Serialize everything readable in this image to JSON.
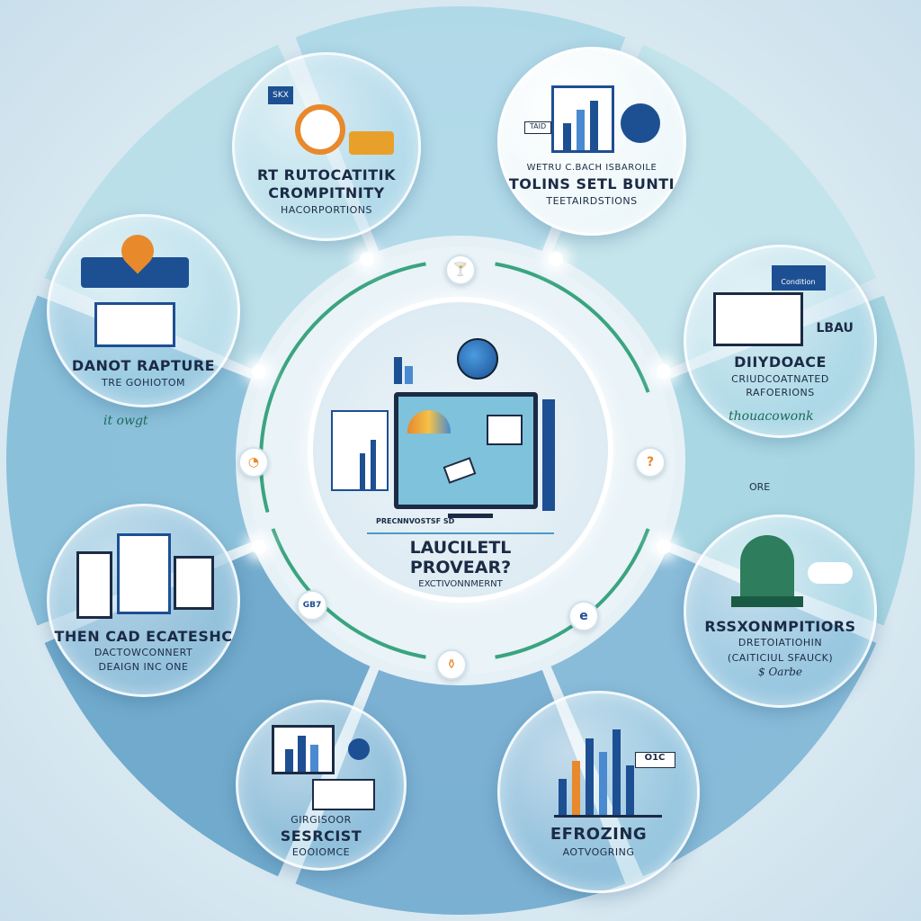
{
  "center": {
    "title_line1": "LAUCILETL",
    "title_line2": "PROVEAR?",
    "subtitle": "EXCTIVONNMERNT",
    "screen_caption": "PRECNNVOSTSF SD"
  },
  "bubbles": [
    {
      "id": "top-left",
      "line1": "RT RUTOCATITIK",
      "line2": "CROMPITNITY",
      "line3": "HACORPORTIONS",
      "tag": "SKX"
    },
    {
      "id": "top-right",
      "line1": "WETRU C.BACH ISBAROILE",
      "line2": "TOLINS SETL BUNTI",
      "line3": "TEETAIRDSTIONS",
      "tag": "TAID"
    },
    {
      "id": "left-upper",
      "line1": "DANOT RAPTURE",
      "line2": "TRE GOHIOTOM",
      "handwriting": "it owgt"
    },
    {
      "id": "right-upper",
      "line1": "DIIYDOACE",
      "line2": "CRIUDCOATNATED",
      "line3": "RAFOERIONS",
      "tag": "LBAU",
      "screen_label": "Condition",
      "handwriting": "thouacowonk"
    },
    {
      "id": "left-lower",
      "line1": "THEN CAD ECATESHC",
      "line2": "DACTOWCONNERT",
      "line3": "DEAIGN INC ONE"
    },
    {
      "id": "right-lower",
      "line1": "RSSXONMPITIORS",
      "line2": "DRETOIATIOHIN",
      "line3": "(CAITICIUL SFAUCK)",
      "tag": "ORE",
      "handwriting": "$ Oarbe"
    },
    {
      "id": "bottom-left",
      "line1": "GIRGISOOR",
      "line2": "SESRCIST",
      "line3": "EOOIOMCE"
    },
    {
      "id": "bottom-right",
      "line1": "EFROZING",
      "line2": "AOTVOGRING",
      "tag": "O1C"
    }
  ],
  "nodes": [
    {
      "id": "top",
      "icon": "cocktail-icon",
      "glyph": "🍸"
    },
    {
      "id": "left",
      "icon": "chart-pie-icon",
      "glyph": "◔"
    },
    {
      "id": "right",
      "icon": "question-icon",
      "glyph": "?"
    },
    {
      "id": "lower-left",
      "icon": "badge-icon",
      "glyph": "GB7"
    },
    {
      "id": "lower-right",
      "icon": "e-icon",
      "glyph": "e"
    },
    {
      "id": "bottom",
      "icon": "bottle-icon",
      "glyph": "⚱"
    }
  ],
  "colors": {
    "dark_blue": "#1d4f93",
    "orange": "#e8892b",
    "green_arrow": "#3aa47f",
    "segment_light": "#b9dcea",
    "segment_dark": "#5e9fc6"
  }
}
